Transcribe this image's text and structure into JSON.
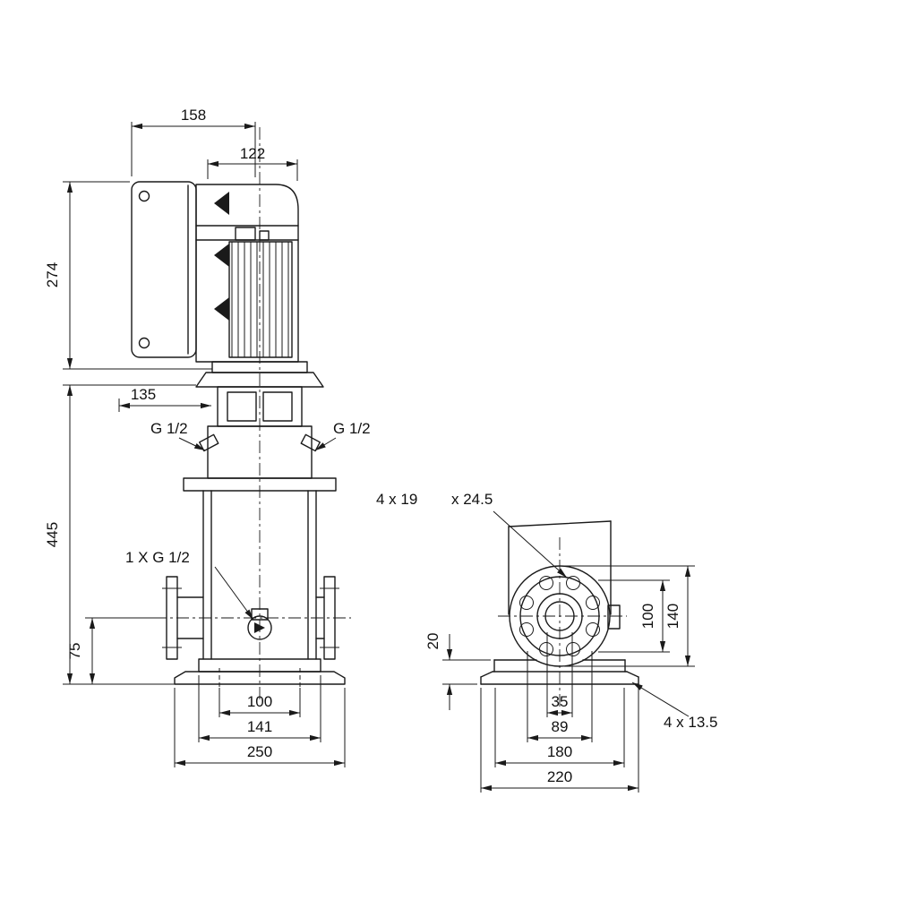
{
  "colors": {
    "ink": "#1a1a1a",
    "background": "#ffffff"
  },
  "drawing": {
    "kind": "pump-dimensional-drawing",
    "side_view": {
      "dim_top_width": "158",
      "dim_motor_width": "122",
      "dim_motor_height": "274",
      "dim_frame": "135",
      "dim_total_height": "445",
      "dim_port_height": "75",
      "port_label_left": "G 1/2",
      "port_label_right": "G 1/2",
      "drain_label": "1 X G 1/2",
      "dim_base_hole_span": "100",
      "dim_base_plate_width": "141",
      "dim_base_width": "250"
    },
    "end_view": {
      "flange_holes_label_1": "4 x 19",
      "flange_holes_label_2": "x 24.5",
      "dim_bolt_circle": "100",
      "dim_flange_od": "140",
      "dim_base_height": "20",
      "dim_port_bore": "35",
      "dim_flange_face": "89",
      "dim_base_hole_span": "180",
      "dim_base_width": "220",
      "base_holes_label": "4 x 13.5"
    }
  }
}
